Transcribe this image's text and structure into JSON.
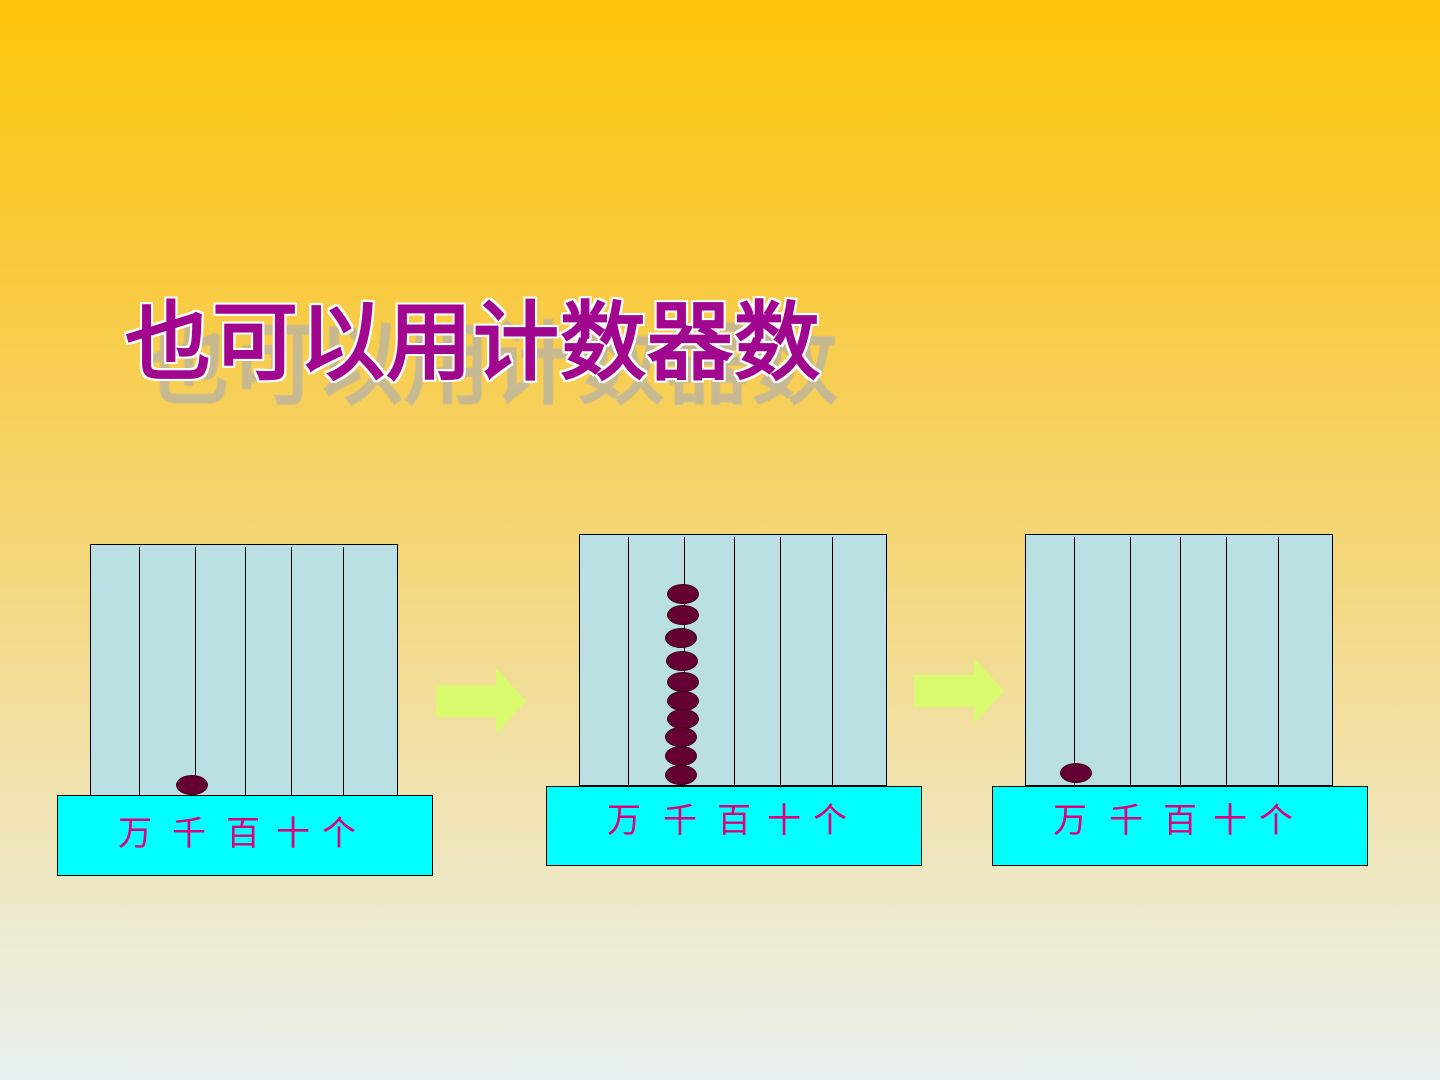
{
  "title": "也可以用计数器数",
  "places": [
    "万",
    "千",
    "百",
    "十",
    "个"
  ],
  "colors": {
    "title": "#a1068f",
    "frame": "#bbe0e4",
    "base": "#00ffff",
    "label": "#e0007a",
    "bead": "#650032",
    "arrow": "#d9fa6c"
  },
  "icons": [
    "right-arrow-icon",
    "right-arrow-icon"
  ],
  "abacuses": [
    {
      "beads": [
        0,
        1,
        0,
        0,
        0,
        0
      ]
    },
    {
      "beads": [
        0,
        10,
        0,
        0,
        0,
        0
      ]
    },
    {
      "beads": [
        1,
        0,
        0,
        0,
        0,
        0
      ]
    }
  ]
}
